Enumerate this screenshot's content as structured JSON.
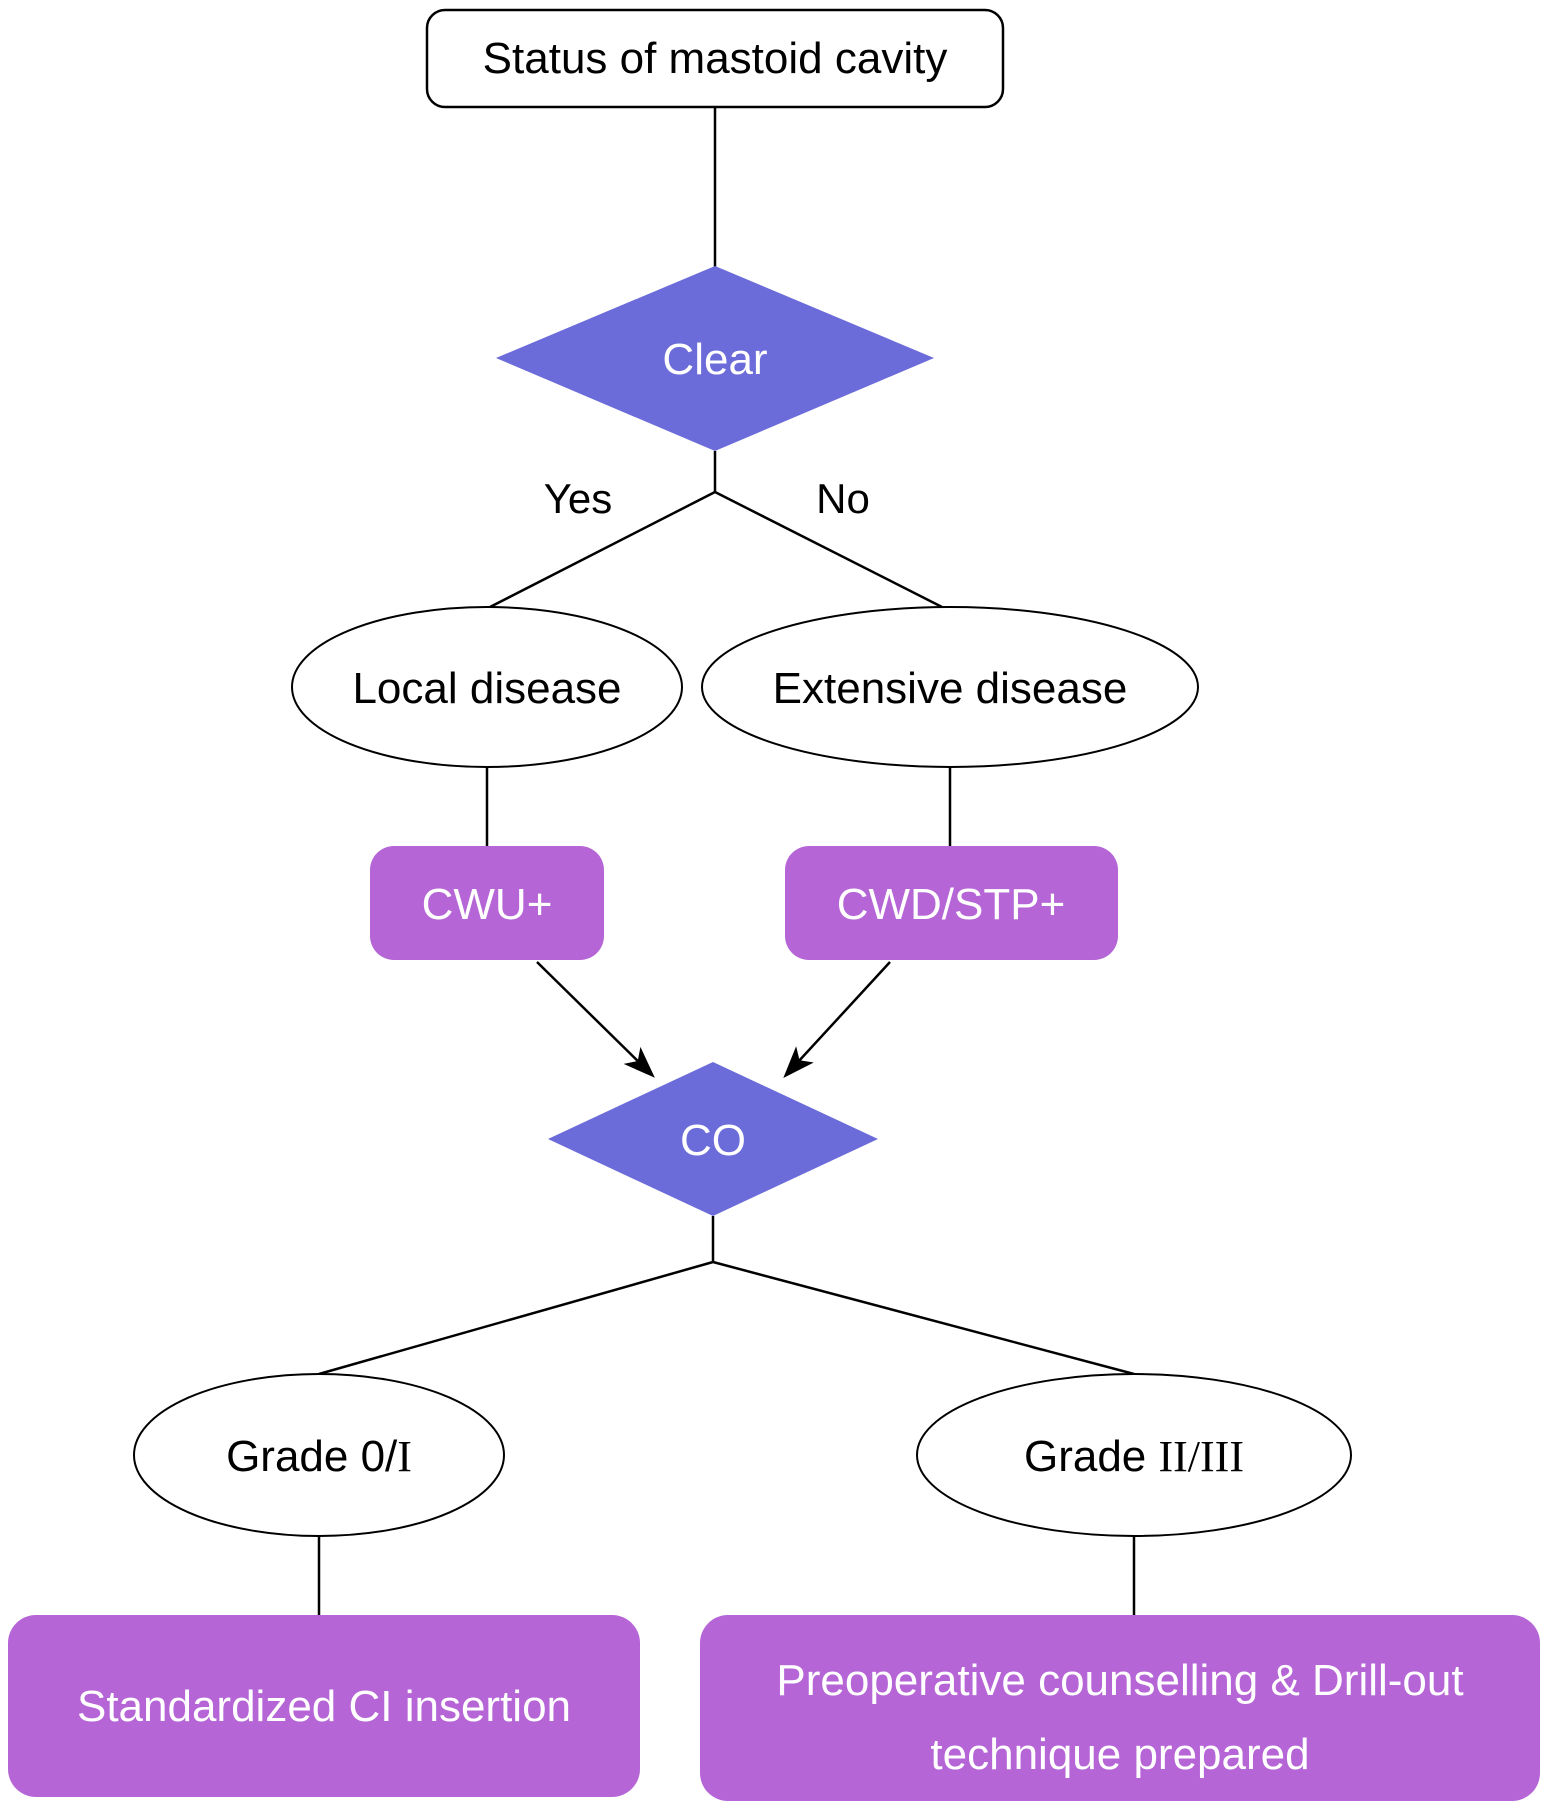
{
  "colors": {
    "background": "#FFFFFF",
    "decision_fill": "#6B6CD9",
    "decision_text": "#FFFFFF",
    "action_fill": "#B565D6",
    "action_text": "#FFFFFF",
    "shape_fill": "#FFFFFF",
    "shape_outline": "#000000",
    "connector": "#000000",
    "label_text": "#000000"
  },
  "flowchart": {
    "start": {
      "label": "Status of mastoid cavity"
    },
    "decision_clear": {
      "label": "Clear"
    },
    "edge_yes": {
      "label": "Yes"
    },
    "edge_no": {
      "label": "No"
    },
    "local_disease": {
      "label": "Local disease"
    },
    "extensive_disease": {
      "label": "Extensive disease"
    },
    "cwu": {
      "label": "CWU+"
    },
    "cwd_stp": {
      "label": "CWD/STP+"
    },
    "decision_co": {
      "label": "CO"
    },
    "grade_0_1": {
      "prefix": "Grade 0/",
      "numerals": "I"
    },
    "grade_2_3": {
      "prefix": "Grade ",
      "numerals": "II/III"
    },
    "standardized_ci": {
      "label": "Standardized CI insertion"
    },
    "preop": {
      "line1": "Preoperative counselling & Drill-out",
      "line2": "technique prepared"
    }
  }
}
